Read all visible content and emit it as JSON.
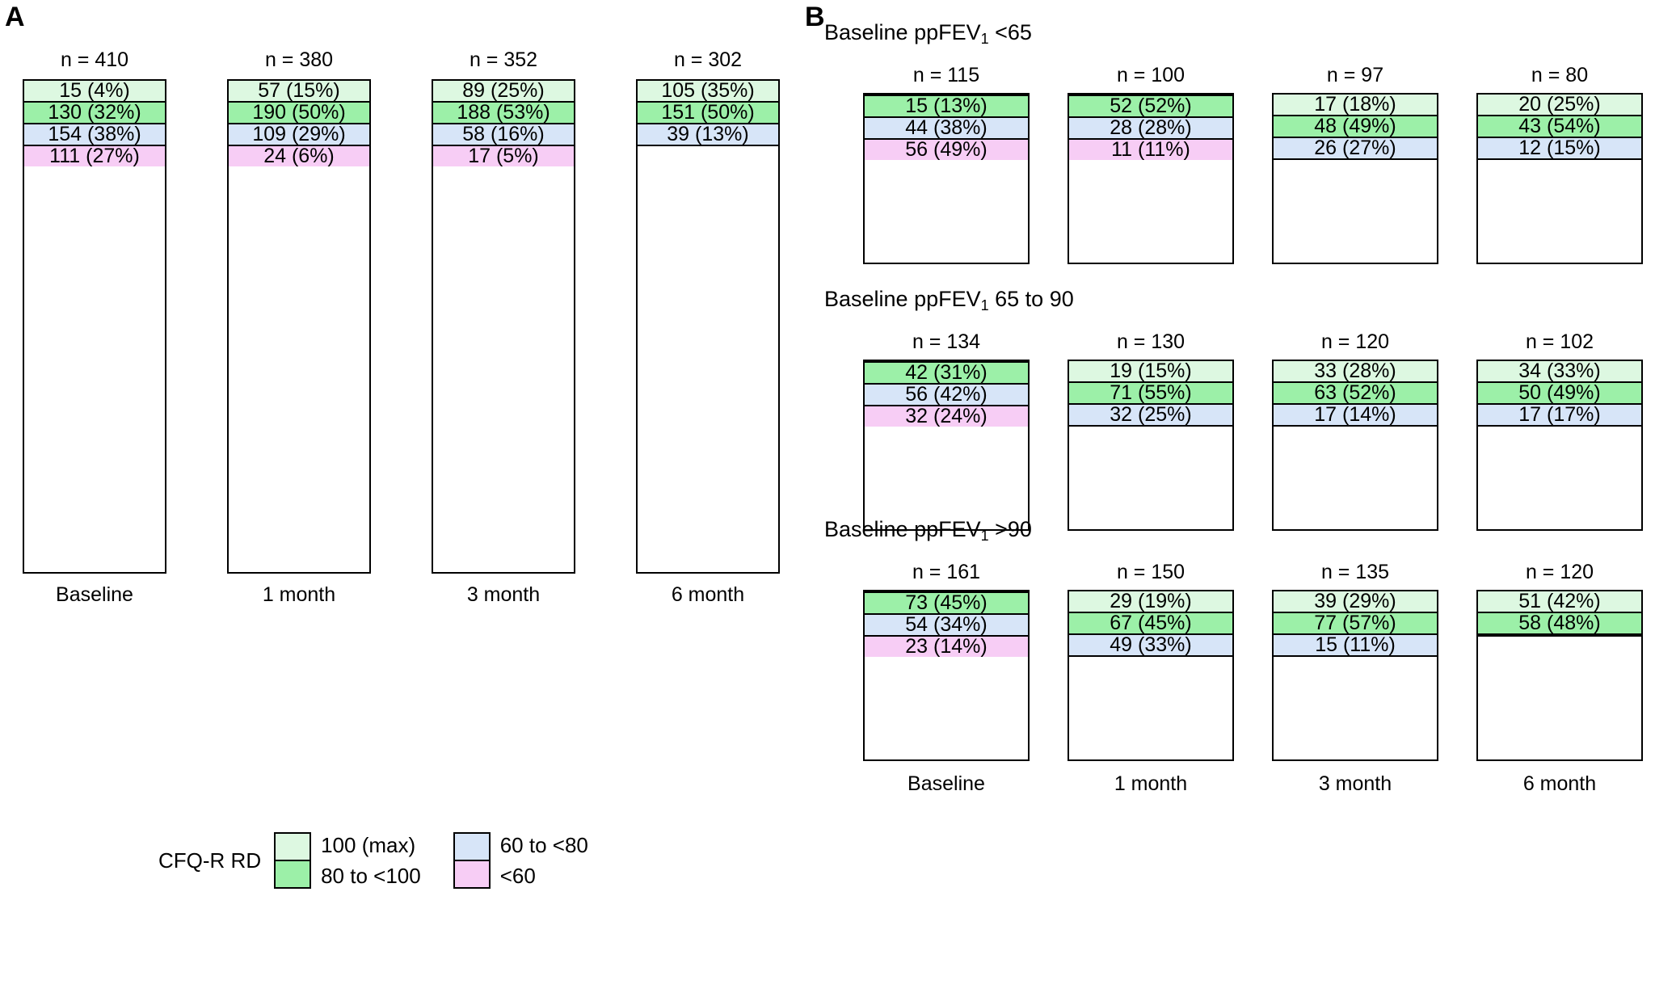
{
  "panels": {
    "a_letter": "A",
    "b_letter": "B"
  },
  "colors": {
    "max": "#ddf8e1",
    "high": "#9cf0a8",
    "mid": "#d7e5f8",
    "low": "#f7cdf5",
    "outline": "#000000"
  },
  "legend": {
    "title": "CFQ-R RD",
    "items": [
      {
        "label": "100 (max)",
        "color_key": "max"
      },
      {
        "label": "80 to <100",
        "color_key": "high"
      },
      {
        "label": "60 to <80",
        "color_key": "mid"
      },
      {
        "label": "<60",
        "color_key": "low"
      }
    ]
  },
  "chart_data": {
    "type": "bar",
    "subtype": "stacked-100-percent mosaic",
    "title": "CFQ-R Respiratory Domain score category distribution over time",
    "legend_title": "CFQ-R RD",
    "categories": [
      "Baseline",
      "1 month",
      "3 month",
      "6 month"
    ],
    "series_names": [
      "100 (max)",
      "80 to <100",
      "60 to <80",
      "<60"
    ],
    "panels": [
      {
        "id": "A",
        "letter": "A",
        "group_title": "",
        "bars": [
          {
            "x": "Baseline",
            "n_label": "n = 410",
            "n": 410,
            "segments": [
              {
                "series": "100 (max)",
                "count": 15,
                "pct": 4,
                "label": "15 (4%)"
              },
              {
                "series": "80 to <100",
                "count": 130,
                "pct": 32,
                "label": "130 (32%)"
              },
              {
                "series": "60 to <80",
                "count": 154,
                "pct": 38,
                "label": "154 (38%)"
              },
              {
                "series": "<60",
                "count": 111,
                "pct": 27,
                "label": "111 (27%)"
              }
            ]
          },
          {
            "x": "1 month",
            "n_label": "n = 380",
            "n": 380,
            "segments": [
              {
                "series": "100 (max)",
                "count": 57,
                "pct": 15,
                "label": "57 (15%)"
              },
              {
                "series": "80 to <100",
                "count": 190,
                "pct": 50,
                "label": "190 (50%)"
              },
              {
                "series": "60 to <80",
                "count": 109,
                "pct": 29,
                "label": "109 (29%)"
              },
              {
                "series": "<60",
                "count": 24,
                "pct": 6,
                "label": "24 (6%)"
              }
            ]
          },
          {
            "x": "3 month",
            "n_label": "n = 352",
            "n": 352,
            "segments": [
              {
                "series": "100 (max)",
                "count": 89,
                "pct": 25,
                "label": "89 (25%)"
              },
              {
                "series": "80 to <100",
                "count": 188,
                "pct": 53,
                "label": "188 (53%)"
              },
              {
                "series": "60 to <80",
                "count": 58,
                "pct": 16,
                "label": "58 (16%)"
              },
              {
                "series": "<60",
                "count": 17,
                "pct": 5,
                "label": "17 (5%)"
              }
            ]
          },
          {
            "x": "6 month",
            "n_label": "n = 302",
            "n": 302,
            "segments": [
              {
                "series": "100 (max)",
                "count": 105,
                "pct": 35,
                "label": "105 (35%)"
              },
              {
                "series": "80 to <100",
                "count": 151,
                "pct": 50,
                "label": "151 (50%)"
              },
              {
                "series": "60 to <80",
                "count": 39,
                "pct": 13,
                "label": "39 (13%)"
              },
              {
                "series": "<60",
                "count": 7,
                "pct": 2,
                "label": ""
              }
            ]
          }
        ]
      },
      {
        "id": "B1",
        "letter": "B",
        "group_title_parts": {
          "pre": "Baseline ppFEV",
          "sub": "1",
          "post": " <65"
        },
        "group_title": "Baseline ppFEV1 <65",
        "bars": [
          {
            "x": "Baseline",
            "n_label": "n = 115",
            "n": 115,
            "segments": [
              {
                "series": "100 (max)",
                "count": 0,
                "pct": 0,
                "label": ""
              },
              {
                "series": "80 to <100",
                "count": 15,
                "pct": 13,
                "label": "15 (13%)"
              },
              {
                "series": "60 to <80",
                "count": 44,
                "pct": 38,
                "label": "44 (38%)"
              },
              {
                "series": "<60",
                "count": 56,
                "pct": 49,
                "label": "56 (49%)"
              }
            ]
          },
          {
            "x": "1 month",
            "n_label": "n = 100",
            "n": 100,
            "segments": [
              {
                "series": "100 (max)",
                "count": 9,
                "pct": 9,
                "label": ""
              },
              {
                "series": "80 to <100",
                "count": 52,
                "pct": 52,
                "label": "52 (52%)"
              },
              {
                "series": "60 to <80",
                "count": 28,
                "pct": 28,
                "label": "28 (28%)"
              },
              {
                "series": "<60",
                "count": 11,
                "pct": 11,
                "label": "11 (11%)"
              }
            ]
          },
          {
            "x": "3 month",
            "n_label": "n = 97",
            "n": 97,
            "segments": [
              {
                "series": "100 (max)",
                "count": 17,
                "pct": 18,
                "label": "17 (18%)"
              },
              {
                "series": "80 to <100",
                "count": 48,
                "pct": 49,
                "label": "48 (49%)"
              },
              {
                "series": "60 to <80",
                "count": 26,
                "pct": 27,
                "label": "26 (27%)"
              },
              {
                "series": "<60",
                "count": 6,
                "pct": 6,
                "label": ""
              }
            ]
          },
          {
            "x": "6 month",
            "n_label": "n = 80",
            "n": 80,
            "segments": [
              {
                "series": "100 (max)",
                "count": 20,
                "pct": 25,
                "label": "20 (25%)"
              },
              {
                "series": "80 to <100",
                "count": 43,
                "pct": 54,
                "label": "43 (54%)"
              },
              {
                "series": "60 to <80",
                "count": 12,
                "pct": 15,
                "label": "12 (15%)"
              },
              {
                "series": "<60",
                "count": 5,
                "pct": 6,
                "label": ""
              }
            ]
          }
        ]
      },
      {
        "id": "B2",
        "letter": "",
        "group_title_parts": {
          "pre": "Baseline ppFEV",
          "sub": "1",
          "post": " 65 to 90"
        },
        "group_title": "Baseline ppFEV1 65 to 90",
        "bars": [
          {
            "x": "Baseline",
            "n_label": "n = 134",
            "n": 134,
            "segments": [
              {
                "series": "100 (max)",
                "count": 4,
                "pct": 3,
                "label": ""
              },
              {
                "series": "80 to <100",
                "count": 42,
                "pct": 31,
                "label": "42 (31%)"
              },
              {
                "series": "60 to <80",
                "count": 56,
                "pct": 42,
                "label": "56 (42%)"
              },
              {
                "series": "<60",
                "count": 32,
                "pct": 24,
                "label": "32 (24%)"
              }
            ]
          },
          {
            "x": "1 month",
            "n_label": "n = 130",
            "n": 130,
            "segments": [
              {
                "series": "100 (max)",
                "count": 19,
                "pct": 15,
                "label": "19 (15%)"
              },
              {
                "series": "80 to <100",
                "count": 71,
                "pct": 55,
                "label": "71 (55%)"
              },
              {
                "series": "60 to <80",
                "count": 32,
                "pct": 25,
                "label": "32 (25%)"
              },
              {
                "series": "<60",
                "count": 8,
                "pct": 6,
                "label": ""
              }
            ]
          },
          {
            "x": "3 month",
            "n_label": "n = 120",
            "n": 120,
            "segments": [
              {
                "series": "100 (max)",
                "count": 33,
                "pct": 28,
                "label": "33 (28%)"
              },
              {
                "series": "80 to <100",
                "count": 63,
                "pct": 52,
                "label": "63 (52%)"
              },
              {
                "series": "60 to <80",
                "count": 17,
                "pct": 14,
                "label": "17 (14%)"
              },
              {
                "series": "<60",
                "count": 7,
                "pct": 6,
                "label": ""
              }
            ]
          },
          {
            "x": "6 month",
            "n_label": "n = 102",
            "n": 102,
            "segments": [
              {
                "series": "100 (max)",
                "count": 34,
                "pct": 33,
                "label": "34 (33%)"
              },
              {
                "series": "80 to <100",
                "count": 50,
                "pct": 49,
                "label": "50 (49%)"
              },
              {
                "series": "60 to <80",
                "count": 17,
                "pct": 17,
                "label": "17 (17%)"
              },
              {
                "series": "<60",
                "count": 1,
                "pct": 1,
                "label": ""
              }
            ]
          }
        ]
      },
      {
        "id": "B3",
        "letter": "",
        "group_title_parts": {
          "pre": "Baseline ppFEV",
          "sub": "1",
          "post": " >90"
        },
        "group_title": "Baseline ppFEV1 >90",
        "bars": [
          {
            "x": "Baseline",
            "n_label": "n = 161",
            "n": 161,
            "segments": [
              {
                "series": "100 (max)",
                "count": 11,
                "pct": 7,
                "label": ""
              },
              {
                "series": "80 to <100",
                "count": 73,
                "pct": 45,
                "label": "73 (45%)"
              },
              {
                "series": "60 to <80",
                "count": 54,
                "pct": 34,
                "label": "54 (34%)"
              },
              {
                "series": "<60",
                "count": 23,
                "pct": 14,
                "label": "23 (14%)"
              }
            ]
          },
          {
            "x": "1 month",
            "n_label": "n = 150",
            "n": 150,
            "segments": [
              {
                "series": "100 (max)",
                "count": 29,
                "pct": 19,
                "label": "29 (19%)"
              },
              {
                "series": "80 to <100",
                "count": 67,
                "pct": 45,
                "label": "67 (45%)"
              },
              {
                "series": "60 to <80",
                "count": 49,
                "pct": 33,
                "label": "49 (33%)"
              },
              {
                "series": "<60",
                "count": 5,
                "pct": 3,
                "label": ""
              }
            ]
          },
          {
            "x": "3 month",
            "n_label": "n = 135",
            "n": 135,
            "segments": [
              {
                "series": "100 (max)",
                "count": 39,
                "pct": 29,
                "label": "39 (29%)"
              },
              {
                "series": "80 to <100",
                "count": 77,
                "pct": 57,
                "label": "77 (57%)"
              },
              {
                "series": "60 to <80",
                "count": 15,
                "pct": 11,
                "label": "15 (11%)"
              },
              {
                "series": "<60",
                "count": 4,
                "pct": 3,
                "label": ""
              }
            ]
          },
          {
            "x": "6 month",
            "n_label": "n = 120",
            "n": 120,
            "segments": [
              {
                "series": "100 (max)",
                "count": 51,
                "pct": 42,
                "label": "51 (42%)"
              },
              {
                "series": "80 to <100",
                "count": 58,
                "pct": 48,
                "label": "58 (48%)"
              },
              {
                "series": "60 to <80",
                "count": 9,
                "pct": 8,
                "label": ""
              },
              {
                "series": "<60",
                "count": 2,
                "pct": 2,
                "label": ""
              }
            ]
          }
        ]
      }
    ]
  }
}
